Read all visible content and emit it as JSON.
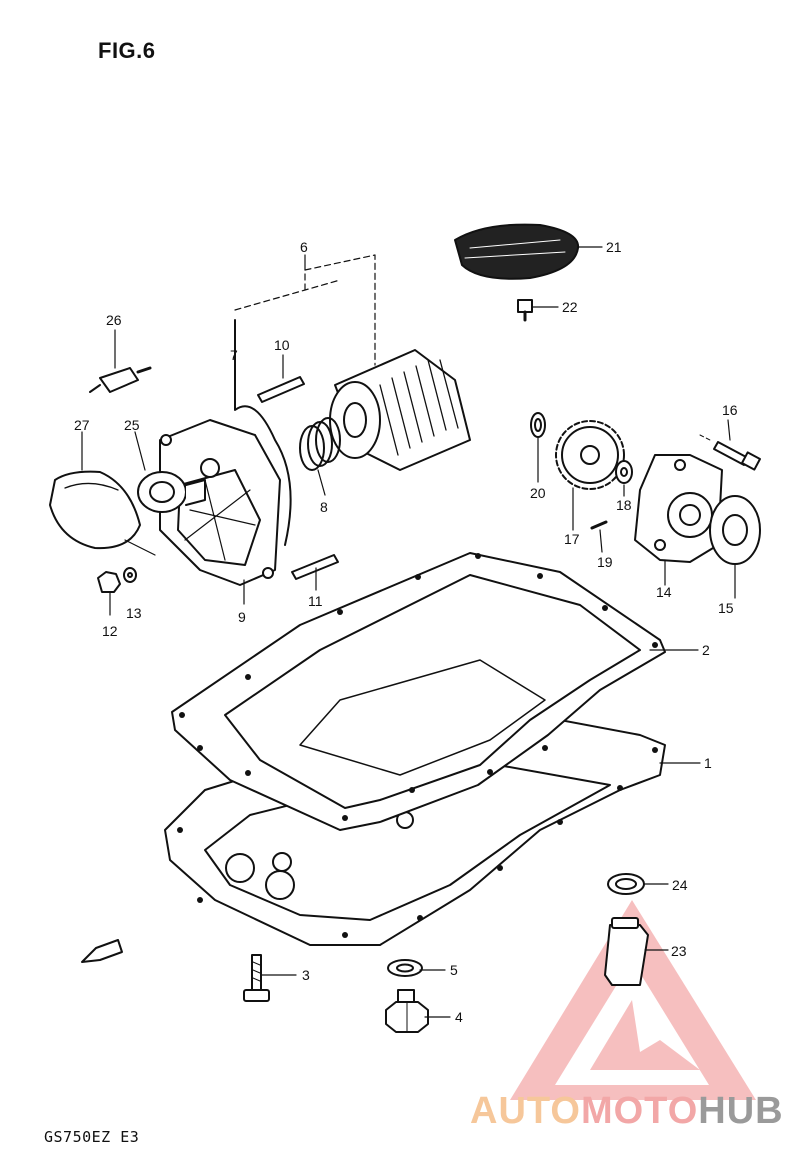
{
  "figure": {
    "title": "FIG.6",
    "model_code": "GS750EZ E3"
  },
  "callouts": [
    "1",
    "2",
    "3",
    "4",
    "5",
    "6",
    "7",
    "8",
    "9",
    "10",
    "11",
    "12",
    "13",
    "14",
    "15",
    "16",
    "17",
    "18",
    "19",
    "20",
    "21",
    "22",
    "23",
    "24",
    "25",
    "26",
    "27"
  ],
  "watermark": {
    "part_a": "AUTO",
    "part_b": "MOTO",
    "part_c": "HUB"
  },
  "colors": {
    "ink": "#111111",
    "watermark_red": "#f08c8c",
    "watermark_orange": "#f6c79a",
    "watermark_gray": "#9a9a9a"
  }
}
